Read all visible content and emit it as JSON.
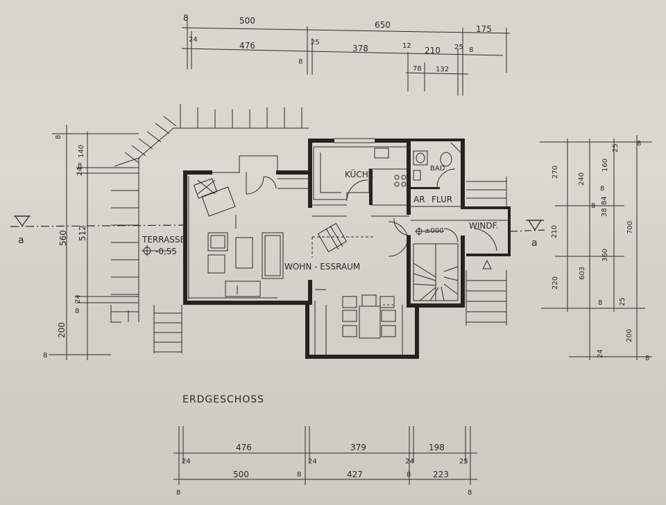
{
  "sheet_title": "ERDGESCHOSS",
  "rooms": {
    "kueche": "KÜCHE",
    "bad": "BAD",
    "ar": "AR",
    "flur": "FLUR",
    "windfang": "WINDF.",
    "wohn_essraum": "WOHN - ESSRAUM",
    "terrasse": "TERRASSE",
    "terrasse_level": "-0,55",
    "flur_level": "±000"
  },
  "section_marks": {
    "left": "a",
    "right": "a"
  },
  "top_dimensions": {
    "row1": [
      "8",
      "500",
      "650",
      "175"
    ],
    "row2": [
      "24",
      "476",
      "25",
      "378",
      "12",
      "210",
      "25",
      "8"
    ],
    "row2_below": [
      "8"
    ],
    "row3": [
      "78",
      "132"
    ]
  },
  "bottom_dimensions": {
    "row1": [
      "476",
      "379",
      "198"
    ],
    "row1_small": [
      "24",
      "24",
      "24",
      "25"
    ],
    "row2": [
      "500",
      "427",
      "223"
    ],
    "row2_small": [
      "8",
      "8"
    ],
    "ends": [
      "8",
      "8"
    ]
  },
  "left_dimensions": {
    "outer": [
      "8",
      "560",
      "200",
      "8"
    ],
    "inner": [
      "140",
      "24",
      "8",
      "512",
      "24",
      "8"
    ]
  },
  "right_dimensions": {
    "col1": [
      "270",
      "210",
      "220"
    ],
    "col2": [
      "240",
      "603"
    ],
    "col3": [
      "160",
      "8",
      "84",
      "38",
      "360",
      "8",
      "25"
    ],
    "col4": [
      "700",
      "200"
    ],
    "small": [
      "25",
      "8",
      "8",
      "24",
      "8"
    ]
  }
}
